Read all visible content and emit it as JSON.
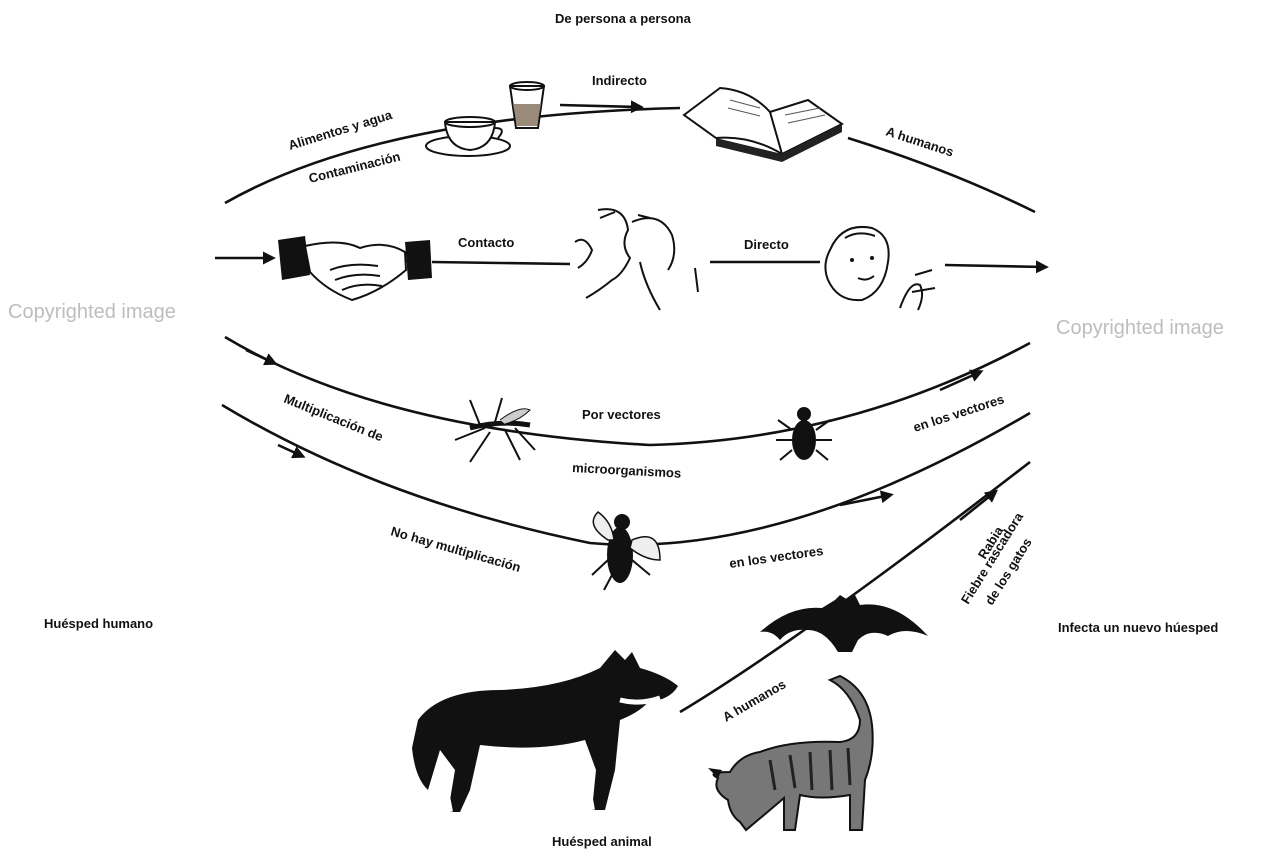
{
  "title": "De persona a persona",
  "host_human": "Huésped humano",
  "new_host": "Infecta un nuevo húesped",
  "host_animal": "Huésped animal",
  "watermark_left": "Copyrighted image",
  "watermark_right": "Copyrighted image",
  "routes": {
    "indirect": {
      "label": "Indirecto",
      "food_water": "Alimentos y agua",
      "contamination": "Contaminación",
      "to_humans": "A humanos"
    },
    "direct": {
      "contact": "Contacto",
      "direct": "Directo"
    },
    "vectors": {
      "multiplication_of": "Multiplicación de",
      "by_vectors": "Por vectores",
      "microorganisms": "microorganismos",
      "in_vectors": "en los vectores",
      "no_multiplication": "No hay multiplicación",
      "in_vectors_2": "en los vectores"
    },
    "animal": {
      "rabia": "Rabia",
      "fiebre": "Fiebre rascadora",
      "gatos": "de los gatos",
      "to_humans": "A humanos"
    }
  },
  "icons": [
    "cup-icon",
    "glass-icon",
    "book-icon",
    "handshake-icon",
    "kissing-faces-icon",
    "coughing-face-icon",
    "mosquito-icon",
    "louse-icon",
    "fly-icon",
    "bat-icon",
    "dog-icon",
    "cat-icon"
  ],
  "colors": {
    "ink": "#111111",
    "watermark": "#bdbdbd",
    "background": "#ffffff"
  }
}
